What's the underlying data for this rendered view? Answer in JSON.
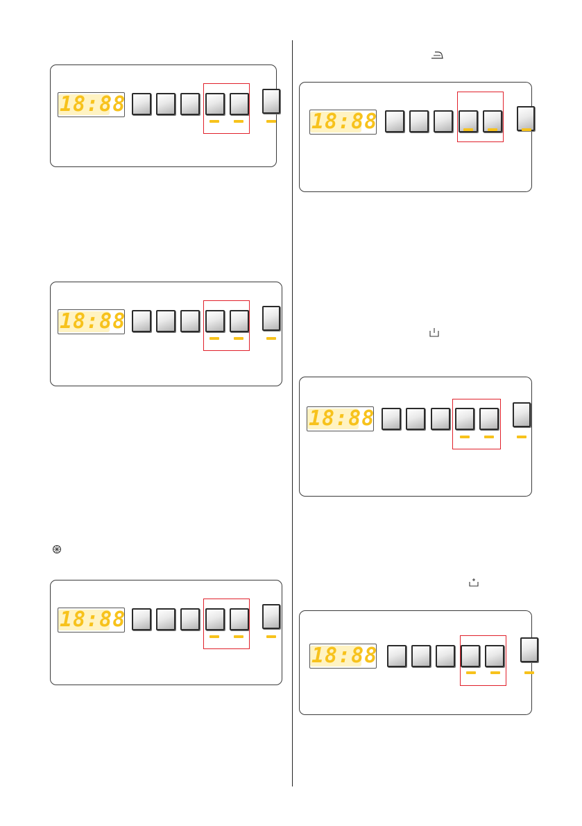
{
  "panels": [
    {
      "id": "panel-1",
      "display": "18:88"
    },
    {
      "id": "panel-2",
      "display": "18:88"
    },
    {
      "id": "panel-3",
      "display": "18:88"
    },
    {
      "id": "panel-4",
      "display": "18:88"
    },
    {
      "id": "panel-5",
      "display": "18:88"
    },
    {
      "id": "panel-6",
      "display": "18:88"
    }
  ],
  "symbols": {
    "iron": "iron-icon",
    "standby": "standby-icon",
    "spin": "spin-icon",
    "tray": "detergent-tray-icon"
  },
  "colors": {
    "display": "#f7c21c",
    "highlight": "#e0202a"
  }
}
